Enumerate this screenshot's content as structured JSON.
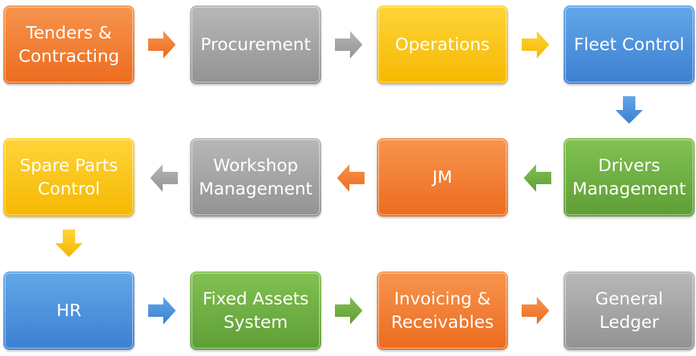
{
  "palette": {
    "orange": [
      "#f7954e",
      "#ec6b1e"
    ],
    "gray": [
      "#b8b8b8",
      "#929292"
    ],
    "yellow": [
      "#ffd43a",
      "#f5b800"
    ],
    "blue": [
      "#62a7e8",
      "#3d7fd1"
    ],
    "green": [
      "#82c152",
      "#5e9e35"
    ]
  },
  "nodes": [
    {
      "id": "tenders-contracting",
      "label": "Tenders &\nContracting",
      "color": "orange"
    },
    {
      "id": "procurement",
      "label": "Procurement",
      "color": "gray"
    },
    {
      "id": "operations",
      "label": "Operations",
      "color": "yellow"
    },
    {
      "id": "fleet-control",
      "label": "Fleet Control",
      "color": "blue"
    },
    {
      "id": "drivers-management",
      "label": "Drivers\nManagement",
      "color": "green"
    },
    {
      "id": "jm",
      "label": "JM",
      "color": "orange"
    },
    {
      "id": "workshop-management",
      "label": "Workshop\nManagement",
      "color": "gray"
    },
    {
      "id": "spare-parts-control",
      "label": "Spare Parts\nControl",
      "color": "yellow"
    },
    {
      "id": "hr",
      "label": "HR",
      "color": "blue"
    },
    {
      "id": "fixed-assets-system",
      "label": "Fixed Assets\nSystem",
      "color": "green"
    },
    {
      "id": "invoicing-receivables",
      "label": "Invoicing &\nReceivables",
      "color": "orange"
    },
    {
      "id": "general-ledger",
      "label": "General\nLedger",
      "color": "gray"
    }
  ],
  "edges": [
    {
      "from": "tenders-contracting",
      "to": "procurement",
      "direction": "right",
      "color": "orange"
    },
    {
      "from": "procurement",
      "to": "operations",
      "direction": "right",
      "color": "gray"
    },
    {
      "from": "operations",
      "to": "fleet-control",
      "direction": "right",
      "color": "yellow"
    },
    {
      "from": "fleet-control",
      "to": "drivers-management",
      "direction": "down",
      "color": "blue"
    },
    {
      "from": "drivers-management",
      "to": "jm",
      "direction": "left",
      "color": "green"
    },
    {
      "from": "jm",
      "to": "workshop-management",
      "direction": "left",
      "color": "orange"
    },
    {
      "from": "workshop-management",
      "to": "spare-parts-control",
      "direction": "left",
      "color": "gray"
    },
    {
      "from": "spare-parts-control",
      "to": "hr",
      "direction": "down",
      "color": "yellow"
    },
    {
      "from": "hr",
      "to": "fixed-assets-system",
      "direction": "right",
      "color": "blue"
    },
    {
      "from": "fixed-assets-system",
      "to": "invoicing-receivables",
      "direction": "right",
      "color": "green"
    },
    {
      "from": "invoicing-receivables",
      "to": "general-ledger",
      "direction": "right",
      "color": "orange"
    }
  ]
}
